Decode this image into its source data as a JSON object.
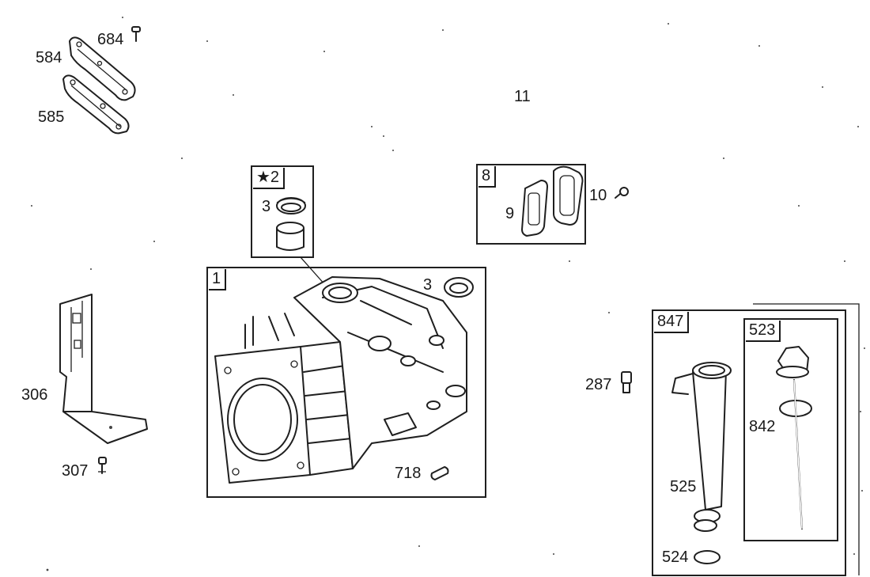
{
  "labels": {
    "p684": "684",
    "p584": "584",
    "p585": "585",
    "p11": "11",
    "p8": "8",
    "p9": "9",
    "p10": "10",
    "p2": "★2",
    "p3a": "3",
    "p1": "1",
    "p3b": "3",
    "p306": "306",
    "p307": "307",
    "p718": "718",
    "p287": "287",
    "p847": "847",
    "p523": "523",
    "p842": "842",
    "p525": "525",
    "p524": "524"
  },
  "colors": {
    "ink": "#1f1f1f",
    "background": "#ffffff"
  }
}
